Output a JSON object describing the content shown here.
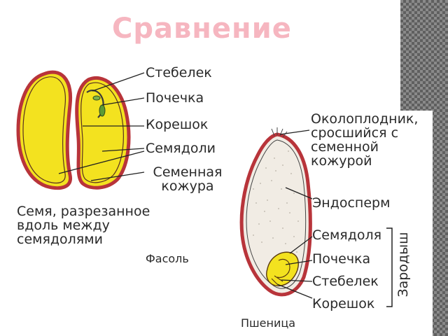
{
  "slide": {
    "title": "Сравнение"
  },
  "bean": {
    "labels": {
      "stem": "Стебелек",
      "bud": "Почечка",
      "root": "Корешок",
      "cotyledons": "Семядоли",
      "seed_coat": "Семенная кожура"
    },
    "caption": "Семя, разрезанное вдоль между семядолями",
    "name": "Фасоль"
  },
  "wheat": {
    "labels": {
      "pericarp": "Околоплодник, сросшийся с семенной кожурой",
      "endosperm": "Эндосперм",
      "cotyledon": "Семядоля",
      "bud": "Почечка",
      "stem": "Стебелек",
      "root": "Корешок"
    },
    "embryo": "Зародыш",
    "name": "Пшеница"
  },
  "colors": {
    "title": "#f6b6c0",
    "seed_yellow": "#f3e21f",
    "seed_coat_red": "#b8343a",
    "endosperm": "#f1ece4",
    "text": "#2a2a2a"
  }
}
